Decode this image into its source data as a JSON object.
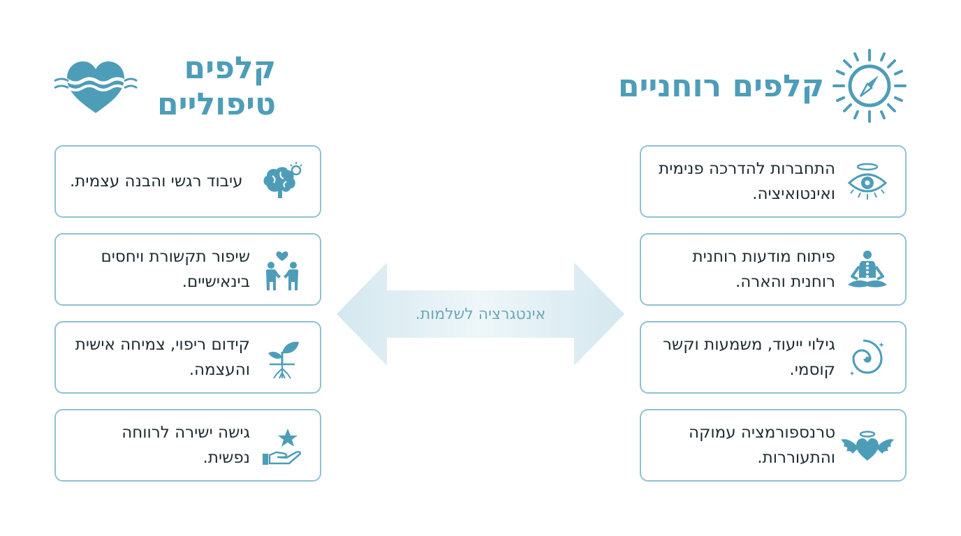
{
  "therapeutic": {
    "title": "קלפים טיפוליים",
    "header_icon": "heart-waves-icon",
    "items": [
      {
        "text": "עיבוד רגשי והבנה עצמית.",
        "icon": "brain-lightbulb-icon"
      },
      {
        "text": "שיפור תקשורת ויחסים בינאישיים.",
        "icon": "couple-heart-icon"
      },
      {
        "text": "קידום ריפוי, צמיחה אישית והעצמה.",
        "icon": "sprout-roots-icon"
      },
      {
        "text": "גישה ישירה לרווחה נפשית.",
        "icon": "hand-star-icon"
      }
    ]
  },
  "spiritual": {
    "title": "קלפים רוחניים",
    "header_icon": "sun-compass-icon",
    "items": [
      {
        "text": "התחברות להדרכה פנימית ואינטואיציה.",
        "icon": "eye-halo-icon"
      },
      {
        "text": "פיתוח מודעות רוחנית רוחנית והארה.",
        "icon": "meditation-chakras-icon"
      },
      {
        "text": "גילוי ייעוד, משמעות וקשר קוסמי.",
        "icon": "galaxy-icon"
      },
      {
        "text": "טרנספורמציה עמוקה והתעוררות.",
        "icon": "winged-heart-icon"
      }
    ]
  },
  "center": {
    "label": "אינטגרציה לשלמות.",
    "icon": "double-arrow-icon"
  },
  "colors": {
    "accent": "#4e9db8",
    "border": "#8fc1d1",
    "arrow": "#d6e9f0"
  }
}
